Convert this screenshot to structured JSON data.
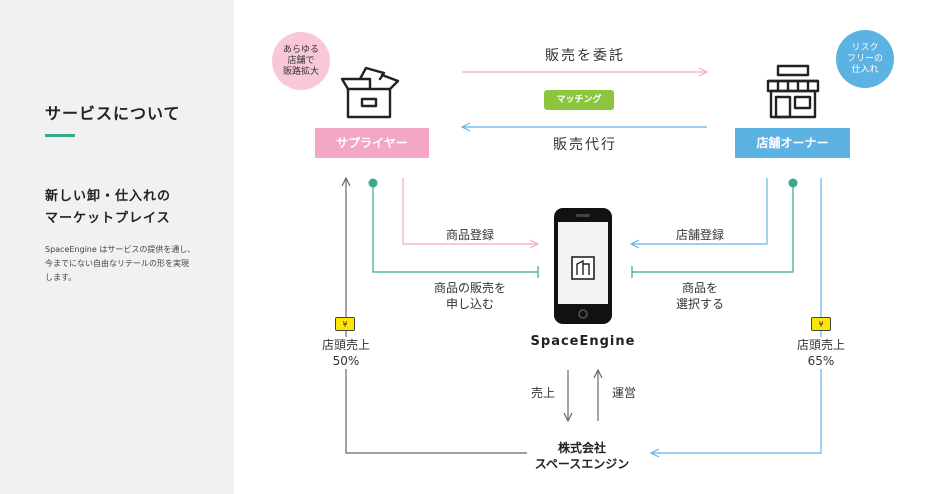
{
  "left": {
    "title": "サービスについて",
    "headline_line1": "新しい卸・仕入れの",
    "headline_line2": "マーケットプレイス",
    "desc_line1": "SpaceEngine はサービスの提供を通し、",
    "desc_line2": "今までにない自由なリテールの形を実現",
    "desc_line3": "します。"
  },
  "supplier": {
    "label": "サプライヤー",
    "bubble": "あらゆる\n店舗で\n販路拡大"
  },
  "owner": {
    "label": "店舗オーナー",
    "bubble": "リスク\nフリーの\n仕入れ"
  },
  "top": {
    "consign": "販売を委託",
    "matching": "マッチング",
    "agency": "販売代行"
  },
  "flows": {
    "product_register": "商品登録",
    "apply_line1": "商品の販売を",
    "apply_line2": "申し込む",
    "store_register": "店舗登録",
    "select_line1": "商品を",
    "select_line2": "選択する",
    "sales": "売上",
    "operation": "運営"
  },
  "app": {
    "name": "SpaceEngine"
  },
  "company": {
    "line1": "株式会社",
    "line2": "スペースエンジン"
  },
  "revenue": {
    "yen": "¥",
    "left_label": "店頭売上",
    "left_pct": "50%",
    "right_label": "店頭売上",
    "right_pct": "65%"
  },
  "colors": {
    "pink": "#f0a9c6",
    "blue": "#63b3e3",
    "green": "#3aa88d",
    "lime": "#8cc63f",
    "gray": "#666666",
    "supplier_box": "#f3a7c4",
    "owner_box": "#5db2e4",
    "supplier_bubble": "#f8c8da",
    "owner_bubble": "#5db2e4"
  },
  "icons": {
    "supplier": "open-box-icon",
    "owner": "storefront-icon",
    "app": "smartphone-icon",
    "app_logo": "building-logo-icon"
  }
}
